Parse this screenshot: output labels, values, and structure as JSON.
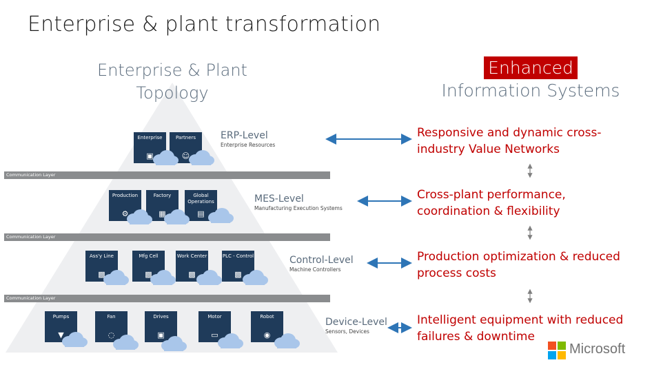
{
  "title": "Enterprise & plant transformation",
  "left_heading": [
    "Enterprise & Plant",
    "Topology"
  ],
  "right_heading": {
    "highlight": "Enhanced",
    "rest": "Information Systems"
  },
  "comm_layer_label": "Communication Layer",
  "levels": [
    {
      "name": "ERP-Level",
      "sub": "Enterprise Resources",
      "tiles": [
        "Enterprise",
        "Partners"
      ]
    },
    {
      "name": "MES-Level",
      "sub": "Manufacturing Execution Systems",
      "tiles": [
        "Production",
        "Factory",
        "Global Operations"
      ]
    },
    {
      "name": "Control-Level",
      "sub": "Machine Controllers",
      "tiles": [
        "Ass'y Line",
        "Mfg Cell",
        "Work Center",
        "PLC - Control"
      ]
    },
    {
      "name": "Device-Level",
      "sub": "Sensors, Devices",
      "tiles": [
        "Pumps",
        "Fan",
        "Drives",
        "Motor",
        "Robot"
      ]
    }
  ],
  "benefits": [
    "Responsive and dynamic cross-industry Value Networks",
    "Cross-plant performance, coordination & flexibility",
    "Production optimization & reduced process costs",
    "Intelligent equipment with reduced failures & downtime"
  ],
  "brand": "Microsoft",
  "colors": {
    "accent": "#c00000",
    "tile": "#1f3b5a",
    "arrow": "#2e75b6",
    "pyramid": "#eeeff1",
    "bar": "#8a8c8e"
  }
}
